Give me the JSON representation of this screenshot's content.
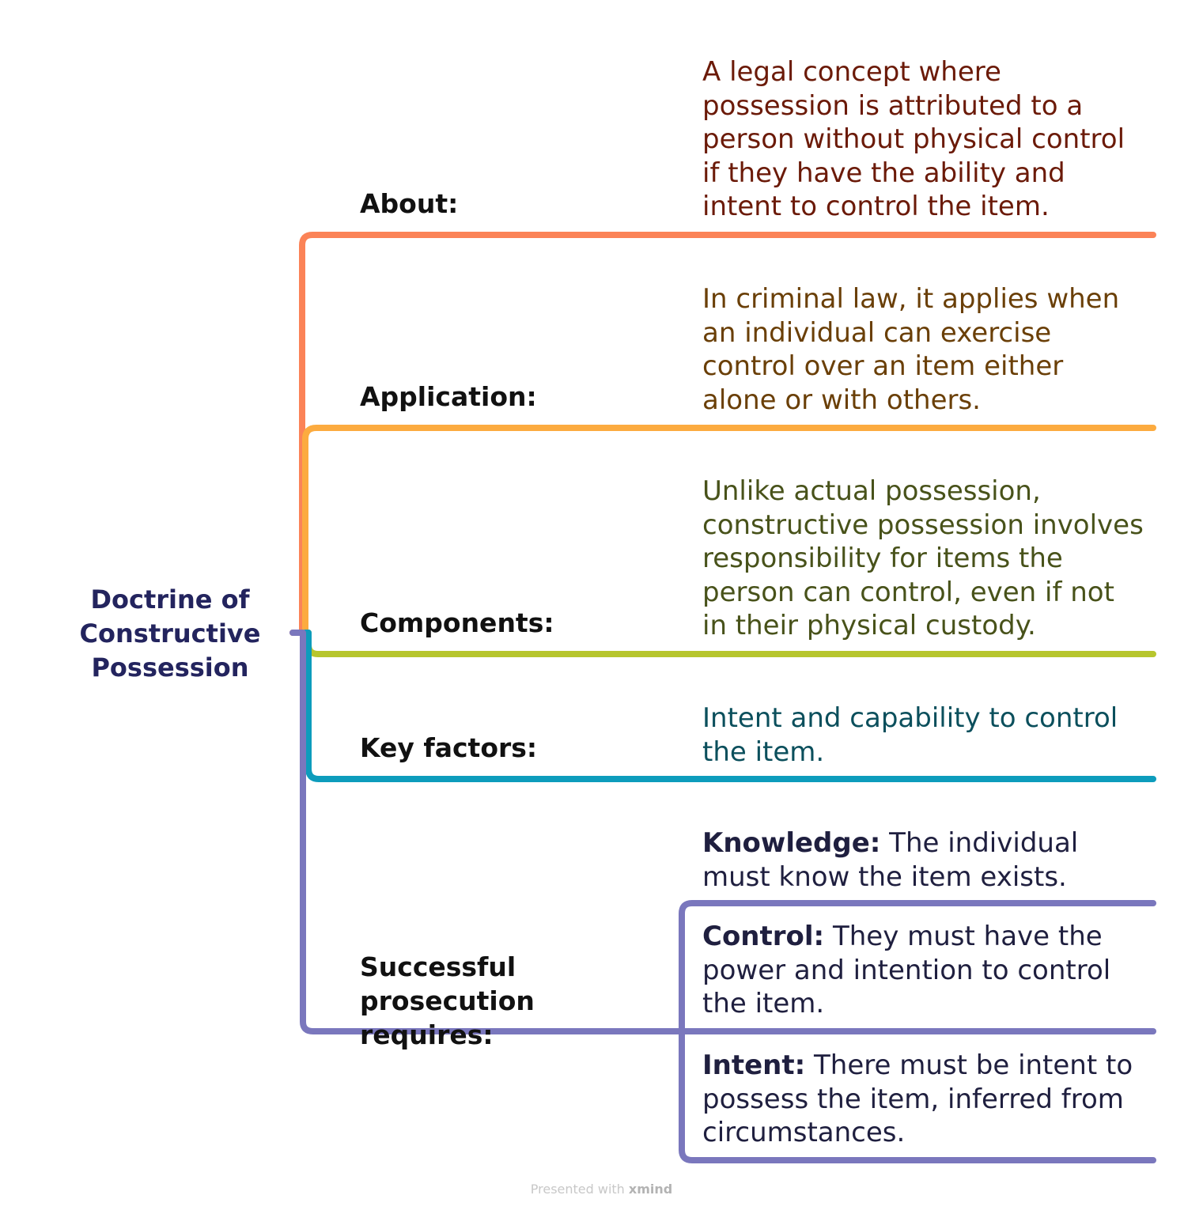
{
  "root": {
    "lines": [
      "Doctrine of",
      "Constructive",
      "Possession"
    ]
  },
  "branches": [
    {
      "label": "About:",
      "text": "A legal concept where possession is attributed to a person without physical control if they have the ability and intent to control the item.",
      "line_color": "#fb8357",
      "text_color": "#6b1a08"
    },
    {
      "label": "Application:",
      "text": "In criminal law, it applies when an individual can exercise control over an item either alone or with others.",
      "line_color": "#fcab3f",
      "text_color": "#6a3f07"
    },
    {
      "label": "Components:",
      "text": "Unlike actual possession, constructive possession involves responsibility for items the person can control, even if not in their physical custody.",
      "line_color": "#b7c62d",
      "text_color": "#48521a"
    },
    {
      "label": "Key factors:",
      "text": "Intent and capability to control the item.",
      "line_color": "#0d9cbc",
      "text_color": "#0b4f5c"
    },
    {
      "label_lines": [
        "Successful",
        "prosecution requires:"
      ],
      "line_color": "#7a77bd",
      "children": [
        {
          "term": "Knowledge:",
          "text": " The individual must know the item exists.",
          "text_color": "#1f1f3f"
        },
        {
          "term": "Control:",
          "text": " They must have the power and intention to control the item.",
          "text_color": "#1f1f3f"
        },
        {
          "term": "Intent:",
          "text": " There must be intent to possess the item, inferred from circumstances.",
          "text_color": "#1f1f3f"
        }
      ]
    }
  ],
  "footer": {
    "prefix": "Presented with ",
    "brand": "xmind"
  }
}
